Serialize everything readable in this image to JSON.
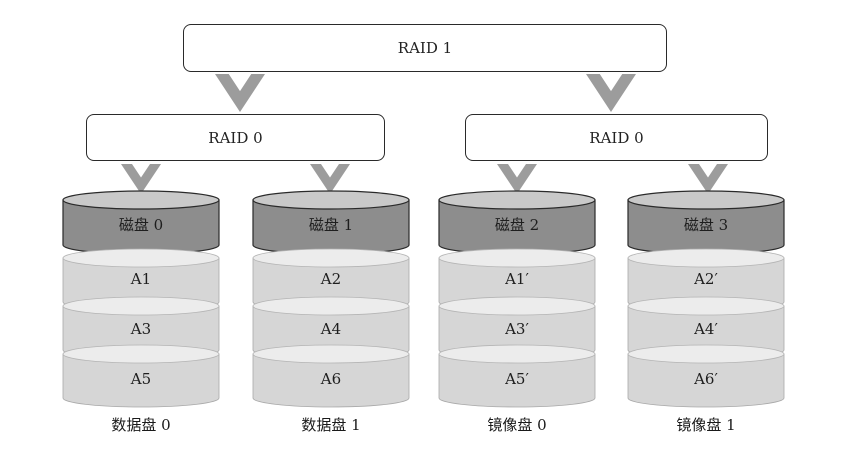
{
  "colors": {
    "arrow": "#9c9c9c",
    "disk_header_body": "#8d8d8d",
    "disk_header_top": "#c9c9c9",
    "disk_segment_body": "#d6d6d6",
    "disk_segment_top": "#ececec",
    "outline": "#2a2a2a"
  },
  "raid1": {
    "label": "RAID 1"
  },
  "raid0_left": {
    "label": "RAID 0"
  },
  "raid0_right": {
    "label": "RAID 0"
  },
  "disks": [
    {
      "name": "磁盘 0",
      "blocks": [
        "A1",
        "A3",
        "A5"
      ],
      "caption": "数据盘 0"
    },
    {
      "name": "磁盘 1",
      "blocks": [
        "A2",
        "A4",
        "A6"
      ],
      "caption": "数据盘 1"
    },
    {
      "name": "磁盘 2",
      "blocks": [
        "A1′",
        "A3′",
        "A5′"
      ],
      "caption": "镜像盘 0"
    },
    {
      "name": "磁盘 3",
      "blocks": [
        "A2′",
        "A4′",
        "A6′"
      ],
      "caption": "镜像盘 1"
    }
  ]
}
